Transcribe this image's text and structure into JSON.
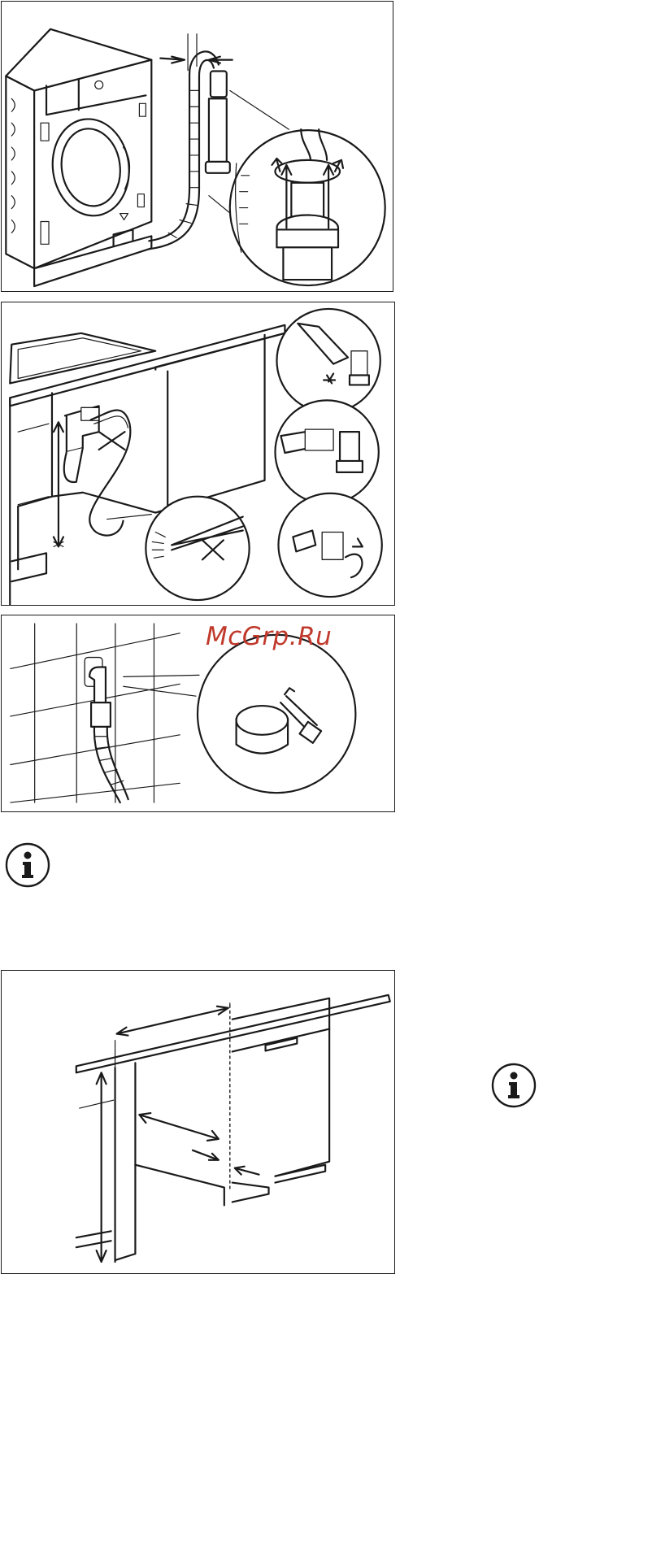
{
  "watermark": {
    "text": "McGrp.Ru",
    "color": "#c0392b"
  },
  "icons": {
    "info_icon_1": "info-icon",
    "info_icon_2": "info-icon"
  },
  "illustrations": [
    "drain-hose-standpipe-illustration",
    "drain-hose-sink-trap-illustration",
    "drain-hose-wall-outlet-illustration",
    "cabinet-installation-measurements-illustration"
  ]
}
